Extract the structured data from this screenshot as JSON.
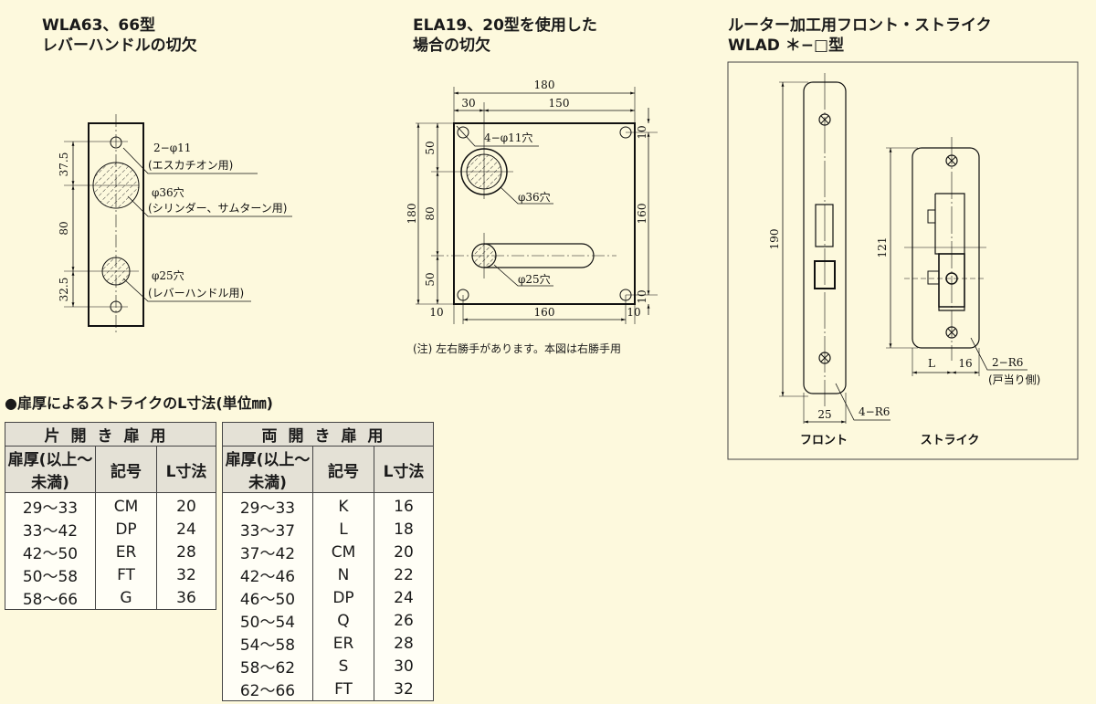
{
  "titles": {
    "left": [
      "WLA63、66型",
      "レバーハンドルの切欠"
    ],
    "middle": [
      "ELA19、20型を使用した",
      "場合の切欠"
    ],
    "right": [
      "ルーター加工用フロント・ストライク",
      "WLAD ＊−□型"
    ]
  },
  "left_diagram": {
    "dims": [
      "37.5",
      "80",
      "32.5"
    ],
    "labels": [
      "2−φ11",
      "(エスカチオン用)",
      "φ36穴",
      "(シリンダー、サムターン用)",
      "φ25穴",
      "(レバーハンドル用)"
    ]
  },
  "middle_diagram": {
    "top_dims": [
      "180",
      "30",
      "150"
    ],
    "left_dims": [
      "180",
      "50",
      "80",
      "50"
    ],
    "right_dims": [
      "10",
      "160",
      "10"
    ],
    "bottom_dims": [
      "10",
      "160",
      "10"
    ],
    "labels": [
      "4−φ11穴",
      "φ36穴",
      "φ25穴"
    ],
    "note": "(注) 左右勝手があります。本図は右勝手用"
  },
  "right_diagram": {
    "front_dims": [
      "190",
      "25",
      "4−R6"
    ],
    "strike_dims": [
      "121",
      "L",
      "16",
      "2−R6",
      "(戸当り側)"
    ],
    "captions": [
      "フロント",
      "ストライク"
    ]
  },
  "section_title": "●扉厚によるストライクのL寸法(単位㎜)",
  "table_single": {
    "title": "片開き扉用",
    "headers": [
      "扉厚(以上〜未満)",
      "記号",
      "L寸法"
    ],
    "rows": [
      [
        "29〜33",
        "CM",
        "20"
      ],
      [
        "33〜42",
        "DP",
        "24"
      ],
      [
        "42〜50",
        "ER",
        "28"
      ],
      [
        "50〜58",
        "FT",
        "32"
      ],
      [
        "58〜66",
        "G",
        "36"
      ]
    ]
  },
  "table_double": {
    "title": "両開き扉用",
    "headers": [
      "扉厚(以上〜未満)",
      "記号",
      "L寸法"
    ],
    "rows": [
      [
        "29〜33",
        "K",
        "16"
      ],
      [
        "33〜37",
        "L",
        "18"
      ],
      [
        "37〜42",
        "CM",
        "20"
      ],
      [
        "42〜46",
        "N",
        "22"
      ],
      [
        "46〜50",
        "DP",
        "24"
      ],
      [
        "50〜54",
        "Q",
        "26"
      ],
      [
        "54〜58",
        "ER",
        "28"
      ],
      [
        "58〜62",
        "S",
        "30"
      ],
      [
        "62〜66",
        "FT",
        "32"
      ]
    ]
  }
}
